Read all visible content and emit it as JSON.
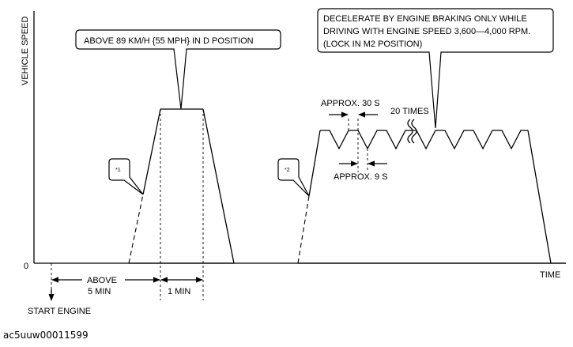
{
  "axes": {
    "y_label": "VEHICLE SPEED",
    "x_label": "TIME",
    "origin_label": "0"
  },
  "annotations": {
    "callout_d_position": "ABOVE 89 KM/H {55 MPH} IN D POSITION",
    "callout_engine_braking_line1": "DECELERATE BY ENGINE BRAKING ONLY WHILE",
    "callout_engine_braking_line2": "DRIVING WITH ENGINE SPEED 3,600—4,000 RPM.",
    "callout_engine_braking_line3": "(LOCK IN M2 POSITION)",
    "note_1": "*1",
    "note_2": "*2",
    "approx_30s": "APPROX. 30 S",
    "approx_9s": "APPROX. 9 S",
    "repeat_count": "20 TIMES",
    "above_5min_line1": "ABOVE",
    "above_5min_line2": "5 MIN",
    "one_min": "1 MIN",
    "start_engine": "START ENGINE"
  },
  "figure_id": "ac5uuw00011599"
}
